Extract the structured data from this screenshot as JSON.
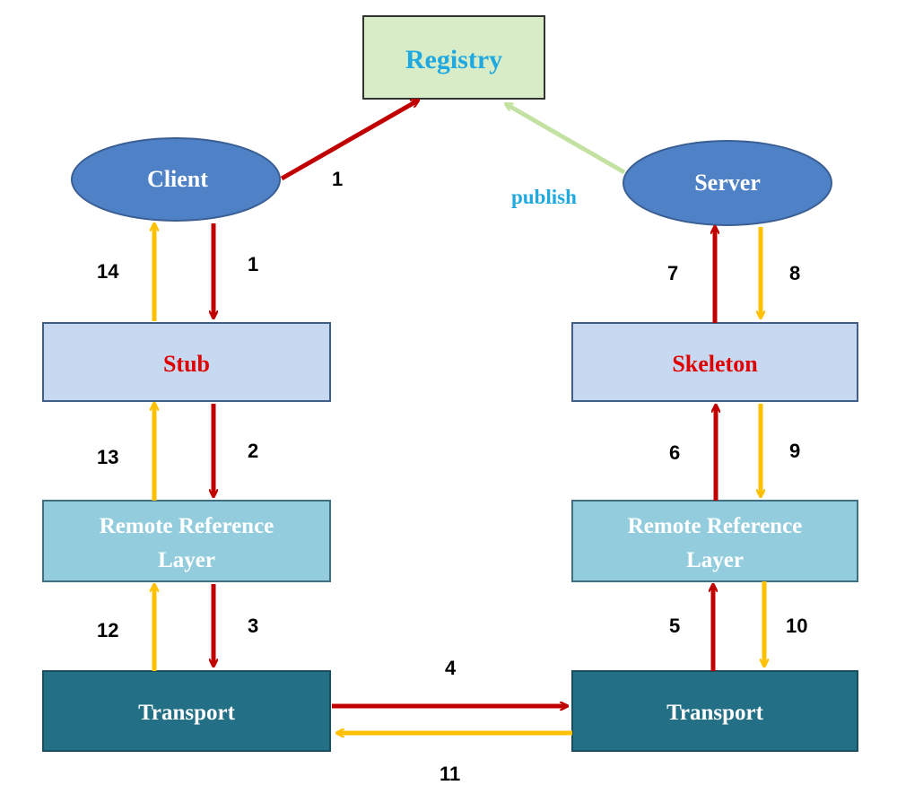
{
  "nodes": {
    "registry": "Registry",
    "client": "Client",
    "server": "Server",
    "stub": "Stub",
    "skeleton": "Skeleton",
    "rrl_left_line1": "Remote Reference",
    "rrl_left_line2": "Layer",
    "rrl_right_line1": "Remote Reference",
    "rrl_right_line2": "Layer",
    "transport_left": "Transport",
    "transport_right": "Transport"
  },
  "edge_labels": {
    "client_registry": "1",
    "publish": "publish",
    "client_stub": "1",
    "stub_client": "14",
    "stub_rrl": "2",
    "rrl_stub": "13",
    "rrl_transport": "3",
    "transport_rrl": "12",
    "transport_to_server": "4",
    "transport_to_client": "11",
    "rrl_skeleton": "6",
    "skeleton_server": "7",
    "server_skeleton": "8",
    "skeleton_rrl": "9",
    "transport_rrl_right": "5",
    "rrl_transport_right": "10"
  },
  "colors": {
    "request_arrow": "#c00000",
    "response_arrow": "#ffc000",
    "publish_arrow": "#c3e2a2",
    "registry_fill": "#d9ecc8",
    "registry_text": "#1fa9e0",
    "ellipse_fill": "#4f81c7",
    "stub_fill": "#c6d9f1",
    "stub_text": "#e00000",
    "rrl_fill": "#93cddd",
    "transport_fill": "#226f86",
    "publish_text": "#1fa9e0"
  }
}
